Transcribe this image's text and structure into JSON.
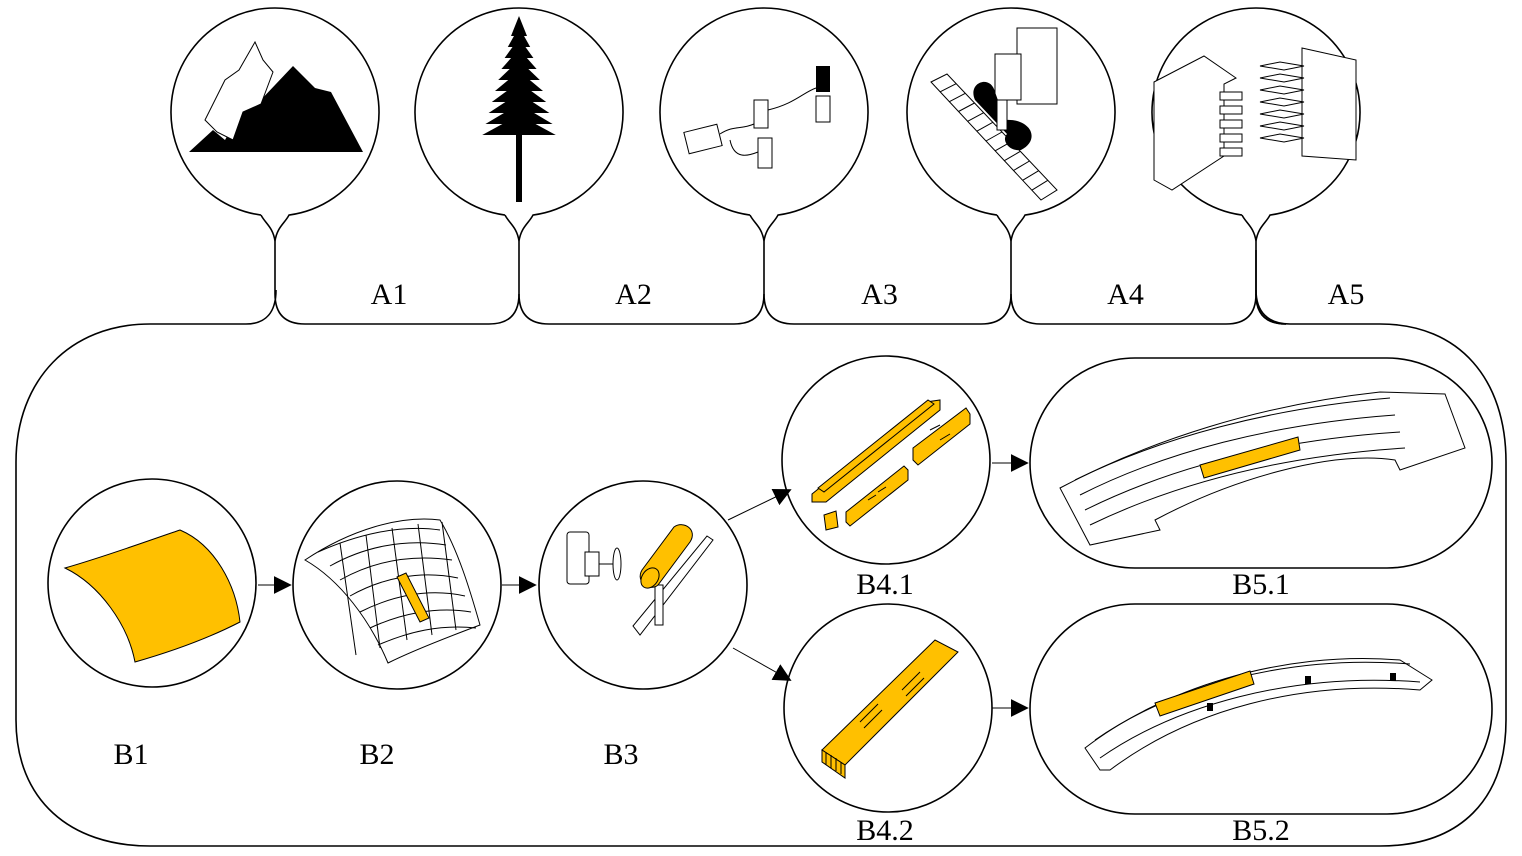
{
  "top_stages": [
    {
      "label": "A1",
      "icon": "mountain-icon"
    },
    {
      "label": "A2",
      "icon": "tree-icon"
    },
    {
      "label": "A3",
      "icon": "sensor-network-icon"
    },
    {
      "label": "A4",
      "icon": "cnc-machine-icon"
    },
    {
      "label": "A5",
      "icon": "timber-joint-icon"
    }
  ],
  "bottom_stages": {
    "b1": {
      "label": "B1",
      "icon": "curved-surface-icon"
    },
    "b2": {
      "label": "B2",
      "icon": "segmented-shell-icon"
    },
    "b3": {
      "label": "B3",
      "icon": "milling-robot-icon"
    },
    "b41": {
      "label": "B4.1",
      "icon": "plate-components-icon"
    },
    "b42": {
      "label": "B4.2",
      "icon": "glulam-beam-icon"
    },
    "b51": {
      "label": "B5.1",
      "icon": "plate-shell-structure-icon"
    },
    "b52": {
      "label": "B5.2",
      "icon": "beam-arch-structure-icon"
    }
  },
  "colors": {
    "highlight": "#FFC000",
    "line": "#000000",
    "background": "#FFFFFF"
  }
}
